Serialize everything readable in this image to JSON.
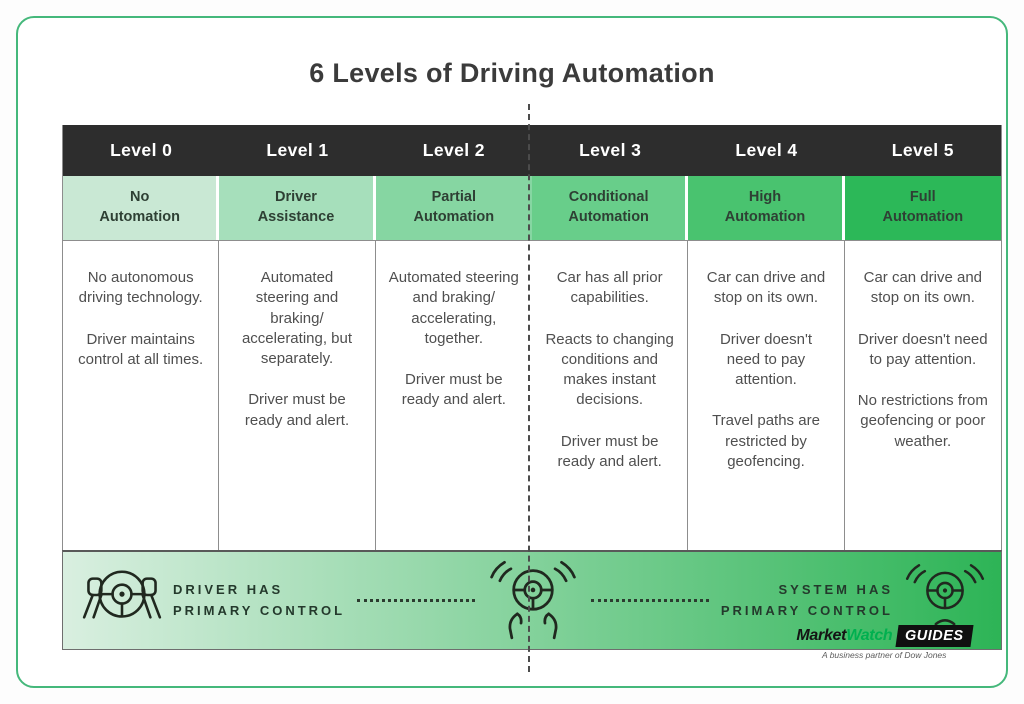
{
  "title": "6 Levels of Driving Automation",
  "table": {
    "columns": [
      {
        "level": "Level 0",
        "name": "No\nAutomation",
        "color": "#c9e8d4",
        "paragraphs": [
          "No autonomous driving technology.",
          "Driver maintains control at all times."
        ]
      },
      {
        "level": "Level 1",
        "name": "Driver\nAssistance",
        "color": "#a6dfbb",
        "paragraphs": [
          "Automated steering and braking/ accelerating, but separately.",
          "Driver must be ready and alert."
        ]
      },
      {
        "level": "Level 2",
        "name": "Partial\nAutomation",
        "color": "#86d6a2",
        "paragraphs": [
          "Automated steering and braking/ accelerating, together.",
          "Driver must be ready and alert."
        ]
      },
      {
        "level": "Level 3",
        "name": "Conditional\nAutomation",
        "color": "#68ce8a",
        "paragraphs": [
          "Car has all prior capabilities.",
          "Reacts to changing conditions and makes instant decisions.",
          "Driver must be ready and alert."
        ]
      },
      {
        "level": "Level 4",
        "name": "High\nAutomation",
        "color": "#49c36f",
        "paragraphs": [
          "Car can drive and stop on its own.",
          "Driver doesn't need to pay attention.",
          "Travel paths are restricted by geofencing."
        ]
      },
      {
        "level": "Level 5",
        "name": "Full\nAutomation",
        "color": "#2cb858",
        "paragraphs": [
          "Car can drive and stop on its own.",
          "Driver doesn't need to pay attention.",
          "No restrictions from geofencing or poor weather."
        ]
      }
    ]
  },
  "footer": {
    "driver_label": "DRIVER HAS\nPRIMARY CONTROL",
    "system_label": "SYSTEM HAS\nPRIMARY CONTROL",
    "gradient_start": "#d9efe0",
    "gradient_end": "#2db456",
    "icons": [
      "hands-on-wheel-icon",
      "hands-off-wheel-icon",
      "connected-wheel-icon"
    ]
  },
  "logo": {
    "market": "Market",
    "watch": "Watch",
    "guides": "GUIDES",
    "tagline": "A business partner of Dow Jones",
    "watch_color": "#00b04f"
  },
  "colors": {
    "header_bg": "#2d2d2d",
    "card_border": "#45b87b",
    "divider": "#4c4c4c"
  }
}
